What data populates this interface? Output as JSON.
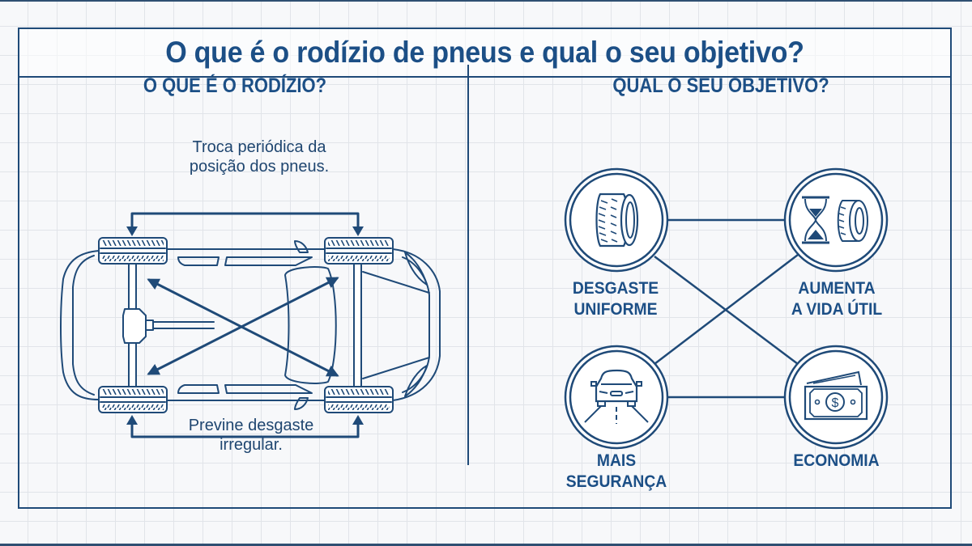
{
  "header": {
    "title": "O que é o rodízio de pneus e qual o seu objetivo?"
  },
  "left_section": {
    "heading": "O QUE É O RODÍZIO?",
    "caption_top_line1": "Troca periódica da",
    "caption_top_line2": "posição dos pneus.",
    "caption_bottom_line1": "Previne desgaste",
    "caption_bottom_line2": "irregular.",
    "diagram": "car-top-view-with-tire-rotation-arrows"
  },
  "right_section": {
    "heading": "QUAL O SEU OBJETIVO?",
    "benefits": [
      {
        "line1": "DESGASTE",
        "line2": "UNIFORME",
        "icon": "tire-icon"
      },
      {
        "line1": "AUMENTA",
        "line2": "A VIDA ÚTIL",
        "icon": "hourglass-tire-icon"
      },
      {
        "line1": "MAIS",
        "line2": "SEGURANÇA",
        "icon": "car-road-icon"
      },
      {
        "line1": "ECONOMIA",
        "line2": "",
        "icon": "money-icon"
      }
    ]
  },
  "colors": {
    "primary": "#1c4f86",
    "line": "#1f4a78",
    "grid": "#e1e4e9",
    "background": "#f7f8fa"
  }
}
